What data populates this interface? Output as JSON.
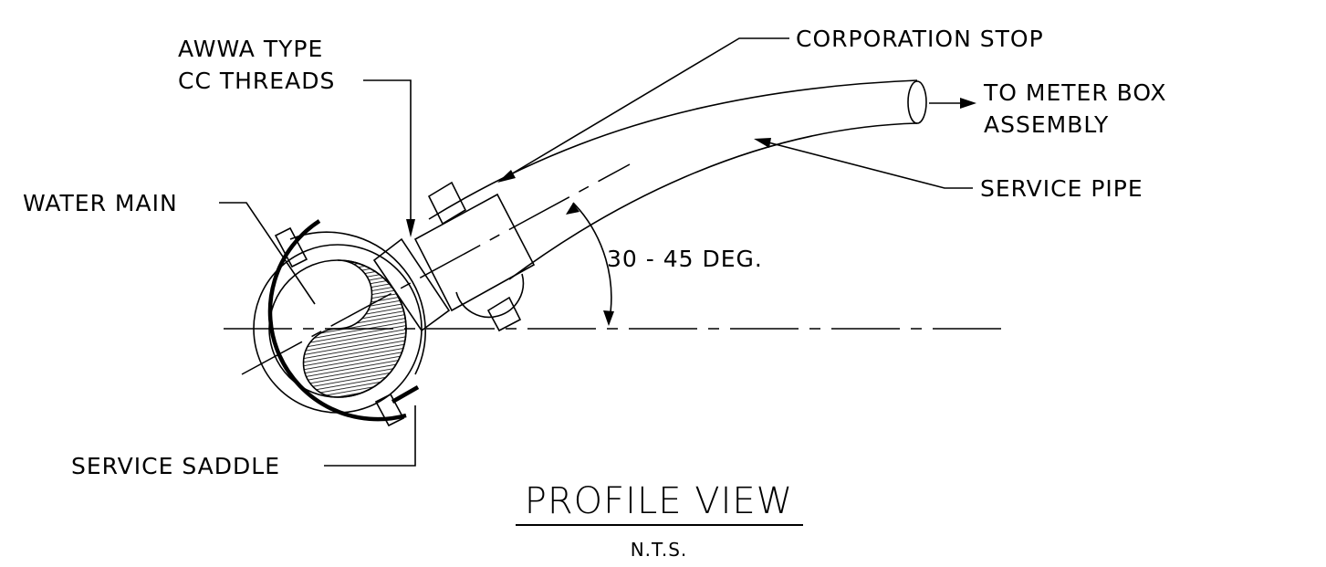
{
  "drawing": {
    "title": "PROFILE VIEW",
    "scale_note": "N.T.S.",
    "labels": {
      "awwa_type": "AWWA TYPE",
      "cc_threads": "CC THREADS",
      "corporation_stop": "CORPORATION STOP",
      "to_meter_box": "TO METER BOX",
      "assembly": "ASSEMBLY",
      "service_pipe": "SERVICE PIPE",
      "water_main": "WATER MAIN",
      "angle": "30 - 45 DEG.",
      "service_saddle": "SERVICE SADDLE"
    }
  },
  "colors": {
    "line": "#000000",
    "background": "#ffffff"
  }
}
